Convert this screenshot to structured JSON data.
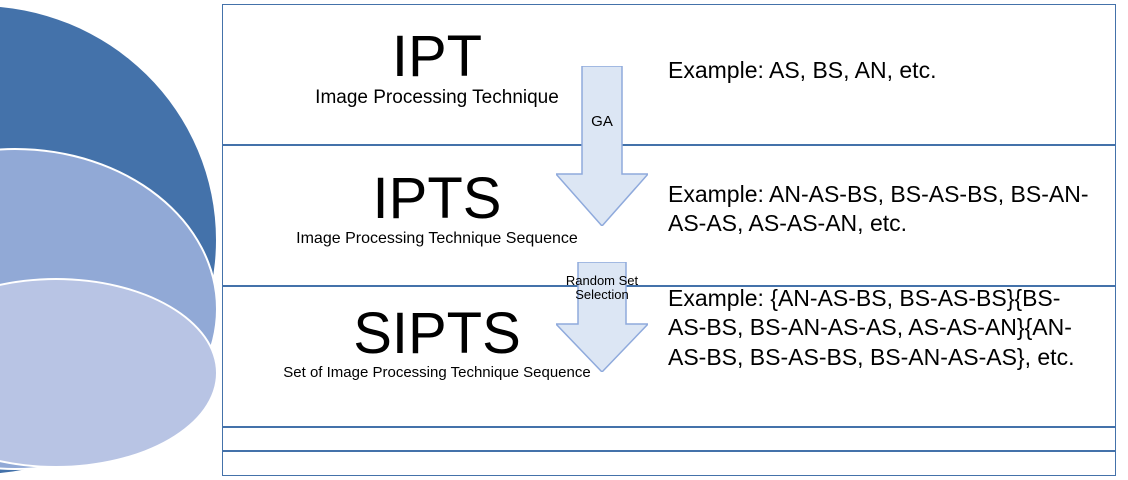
{
  "diagram": {
    "title": "IPT / IPTS / SIPTS hierarchy",
    "colors": {
      "outer_disc": "#4472aa",
      "mid_disc": "#91a9d6",
      "inner_disc": "#b8c4e4",
      "band_border": "#4472aa",
      "arrow_fill": "#dce6f4",
      "arrow_stroke": "#8faadc"
    },
    "levels": [
      {
        "acronym": "IPT",
        "expansion": "Image Processing Technique",
        "example": "Example: AS, BS, AN, etc."
      },
      {
        "acronym": "IPTS",
        "expansion": "Image Processing Technique Sequence",
        "example": "Example: AN-AS-BS, BS-AS-BS, BS-AN-AS-AS, AS-AS-AN, etc."
      },
      {
        "acronym": "SIPTS",
        "expansion": "Set of Image Processing Technique Sequence",
        "example": "Example: {AN-AS-BS, BS-AS-BS}{BS-AS-BS, BS-AN-AS-AS, AS-AS-AN}{AN-AS-BS, BS-AS-BS, BS-AN-AS-AS}, etc."
      }
    ],
    "arrows": [
      {
        "label": "GA"
      },
      {
        "label": "Random Set Selection"
      }
    ]
  }
}
